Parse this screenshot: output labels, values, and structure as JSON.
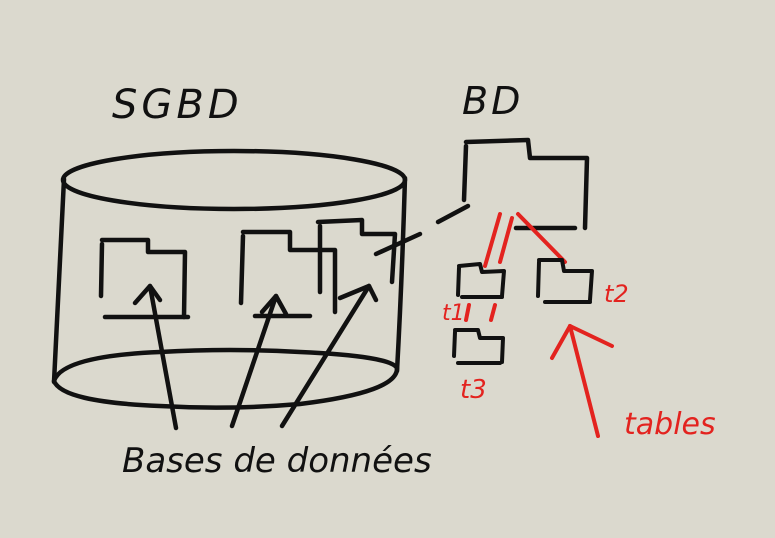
{
  "labels": {
    "sgbd": "SGBD",
    "bd": "BD",
    "databases": "Bases de données",
    "tables": "tables",
    "t1": "t1",
    "t2": "t2",
    "t3": "t3"
  },
  "colors": {
    "background": "#dbd9ce",
    "ink": "#111111",
    "annotation": "#e3231f"
  }
}
